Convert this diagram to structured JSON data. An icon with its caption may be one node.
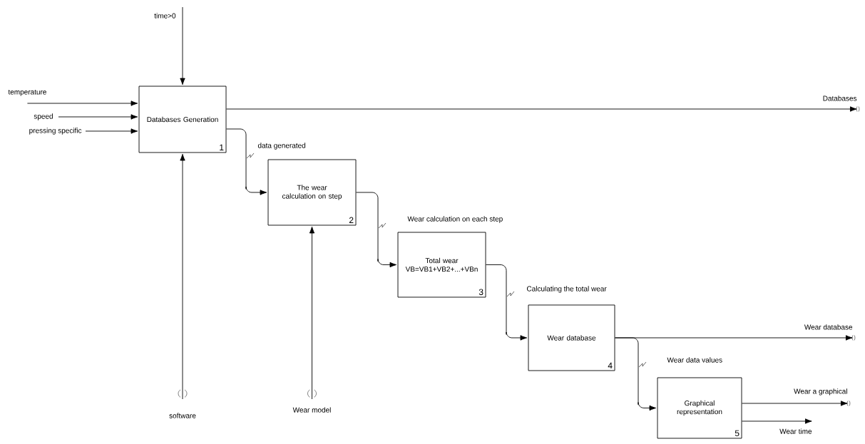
{
  "diagram": {
    "nodes": [
      {
        "text": [
          "time>0"
        ]
      },
      {
        "text": [
          "temperature"
        ]
      },
      {
        "text": [
          "speed"
        ]
      },
      {
        "text": [
          "pressing specific"
        ]
      },
      {
        "text": [
          "Databases Generation",
          "1"
        ]
      },
      {
        "text": [
          "The wear calculation on step",
          "2"
        ]
      },
      {
        "text": [
          "Total wear VB=VB1+VB2+...+VBn",
          "3"
        ]
      },
      {
        "text": [
          "Wear database",
          "4"
        ]
      },
      {
        "text": [
          "Graphical representation",
          "5"
        ]
      },
      {
        "text": [
          "Databases"
        ]
      },
      {
        "text": [
          "Wear database"
        ]
      },
      {
        "text": [
          "Wear a graphical"
        ]
      },
      {
        "text": [
          "Wear time"
        ]
      },
      {
        "text": [
          "software"
        ]
      },
      {
        "text": [
          "Wear model"
        ]
      }
    ],
    "edges": [
      {
        "from": 0,
        "to": 4,
        "arrow": "to"
      },
      {
        "from": 1,
        "to": 4,
        "arrow": "to"
      },
      {
        "from": 2,
        "to": 4,
        "arrow": "to"
      },
      {
        "from": 3,
        "to": 4,
        "arrow": "to"
      },
      {
        "from": 4,
        "to": 9,
        "arrow": "to"
      },
      {
        "from": 4,
        "to": 5,
        "arrow": "to",
        "label": "data generated"
      },
      {
        "from": 5,
        "to": 6,
        "arrow": "to",
        "label": "Wear calculation on each step"
      },
      {
        "from": 6,
        "to": 7,
        "arrow": "to",
        "label": "Calculating the total wear"
      },
      {
        "from": 7,
        "to": 10,
        "arrow": "to"
      },
      {
        "from": 7,
        "to": 8,
        "arrow": "to",
        "label": "Wear data values"
      },
      {
        "from": 8,
        "to": 11,
        "arrow": "to"
      },
      {
        "from": 8,
        "to": 12,
        "arrow": "to"
      },
      {
        "from": 13,
        "to": 4,
        "arrow": "to"
      },
      {
        "from": 14,
        "to": 5,
        "arrow": "to"
      }
    ]
  }
}
